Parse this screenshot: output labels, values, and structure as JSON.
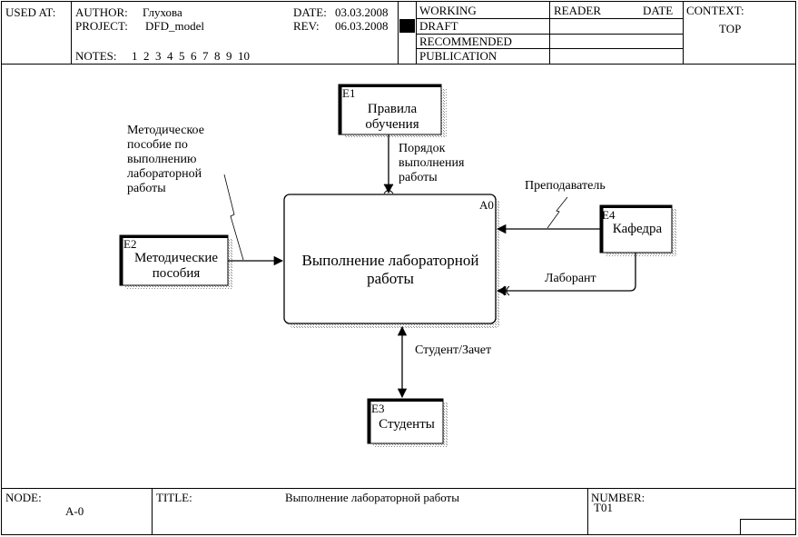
{
  "header": {
    "used_at_label": "USED AT:",
    "author_label": "AUTHOR:",
    "author_value": "Глухова",
    "project_label": "PROJECT:",
    "project_value": "DFD_model",
    "date_label": "DATE:",
    "date_value": "03.03.2008",
    "rev_label": "REV:",
    "rev_value": "06.03.2008",
    "notes_label": "NOTES:",
    "notes_numbers": "1  2  3  4  5  6  7  8  9  10",
    "status_items": [
      "WORKING",
      "DRAFT",
      "RECOMMENDED",
      "PUBLICATION"
    ],
    "reader_label": "READER",
    "reader_date_label": "DATE",
    "context_label": "CONTEXT:",
    "context_value": "TOP"
  },
  "diagram": {
    "process": {
      "label": "Выполнение лабораторной работы",
      "id": "A0"
    },
    "externals": [
      {
        "id": "E1",
        "label": "Правила обучения"
      },
      {
        "id": "E2",
        "label": "Методические пособия"
      },
      {
        "id": "E3",
        "label": "Студенты"
      },
      {
        "id": "E4",
        "label": "Кафедра"
      }
    ],
    "flows": {
      "rules": "Порядок выполнения работы",
      "manuals": "Методическое пособие по выполнению лабораторной работы",
      "teacher": "Преподаватель",
      "assistant": "Лаборант",
      "student": "Студент/Зачет"
    }
  },
  "footer": {
    "node_label": "NODE:",
    "node_value": "A-0",
    "title_label": "TITLE:",
    "title_value": "Выполнение лабораторной работы",
    "number_label": "NUMBER:",
    "number_value": "T01"
  },
  "colors": {
    "line": "#000000",
    "shadow": "#8c8c8c"
  }
}
